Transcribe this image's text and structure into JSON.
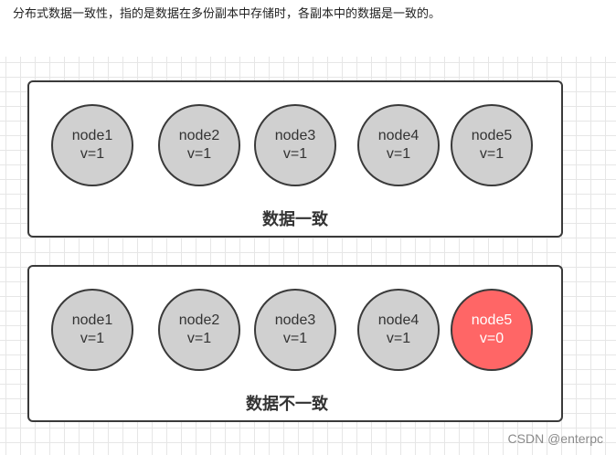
{
  "intro_text": "分布式数据一致性，指的是数据在多份副本中存储时，各副本中的数据是一致的。",
  "consistent_panel": {
    "label": "数据一致",
    "nodes": [
      {
        "name": "node1",
        "value": "v=1"
      },
      {
        "name": "node2",
        "value": "v=1"
      },
      {
        "name": "node3",
        "value": "v=1"
      },
      {
        "name": "node4",
        "value": "v=1"
      },
      {
        "name": "node5",
        "value": "v=1"
      }
    ]
  },
  "inconsistent_panel": {
    "label": "数据不一致",
    "nodes": [
      {
        "name": "node1",
        "value": "v=1"
      },
      {
        "name": "node2",
        "value": "v=1"
      },
      {
        "name": "node3",
        "value": "v=1"
      },
      {
        "name": "node4",
        "value": "v=1"
      },
      {
        "name": "node5",
        "value": "v=0"
      }
    ]
  },
  "colors": {
    "node_fill": "#d0d0d0",
    "divergent_node_fill": "#ff6666",
    "border": "#3a3a3a"
  },
  "watermark": "CSDN @enterpc"
}
